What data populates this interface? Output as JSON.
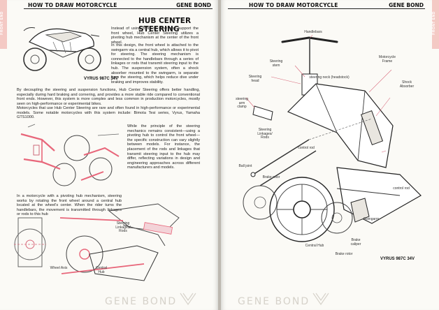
{
  "left_page": {
    "header": {
      "title": "HOW TO DRAW MOTORCYCLE",
      "author": "GENE BOND"
    },
    "side_tab": "FRONT END",
    "section_title": "HUB CENTER STEERING",
    "intro_paragraphs": [
      "Instead of using forks to steer and support the front wheel, Hub Center Steering utilizes a pivoting hub mechanism at the center of the front wheel.",
      "In this design, the front wheel is attached to the swingarm via a central hub, which allows it to pivot for steering. The steering mechanism is connected to the handlebars through a series of linkages or rods that transmit steering input to the hub. The suspension system, often a shock absorber mounted to the swingarm, is separate from the steering, which helps reduce dive under braking and improves stability."
    ],
    "bike_caption": "VYRUS 987C 34V",
    "body_paragraphs": [
      "By decoupling the steering and suspension functions, Hub Center Steering offers better handling, especially during hard braking and cornering, and provides a more stable ride compared to conventional front ends. However, this system is more complex and less common in production motorcycles, mostly seen on high-performance or experimental bikes.",
      "Motorcycles that use Hub Center Steering are rare and often found in high-performance or experimental models. Some notable motorcycles with this system include: Bimota Tesi series, Vyrus, Yamaha GTS1000."
    ],
    "side_paragraph": "While the principle of the steering mechanics remains consistent—using a pivoting hub to control the front wheel—the specific construction can vary slightly between models. For instance, the placement of the rods and linkages that transmit steering input to the hub may differ, reflecting variations in design and engineering approaches across different manufacturers and models.",
    "lower_paragraph": "In a motorcycle with a pivoting hub mechanism, steering works by rotating the front wheel around a central hub located at the wheel's center. When the rider turns the handlebars, the movement is transmitted through linkages or rods to this hub",
    "labels": {
      "steering_rods": "Steering\nLinkages/\nRods",
      "wheel_axis": "Wheel Axis",
      "central_hub": "Central\nHub"
    },
    "footer": "GENE BOND"
  },
  "right_page": {
    "header": {
      "title": "HOW TO DRAW MOTORCYCLE",
      "author": "GENE BOND"
    },
    "side_tab": "FRONT END",
    "labels": {
      "handlebars": "Handlebars",
      "steering_stem": "Steering\nstem",
      "steering_head": "Steering\nhead",
      "steering_neck": "steering neck (headstock)",
      "frame": "Motorcycle\nFrame",
      "steering_arm_clamp": "steering\narm\nclamp",
      "shock_absorber": "Shock\nAbsorber",
      "steering_rods": "Steering\nLinkages/\nRods",
      "control_rod_mid": "control rod",
      "ball_joint": "Ball joint",
      "brake_rotor_top": "Brake rotor",
      "control_rod_right": "control rod",
      "swingarm": "Swingarm",
      "central_hub": "Central Hub",
      "brake_rotor_bottom": "Brake rotor",
      "brake_caliper": "Brake\ncaliper"
    },
    "caption": "VYRUS 987C 34V",
    "footer": "GENE BOND"
  },
  "colors": {
    "accent_pink": "#e8667a",
    "tab_pink": "#f4c9c4",
    "ink": "#222222"
  }
}
